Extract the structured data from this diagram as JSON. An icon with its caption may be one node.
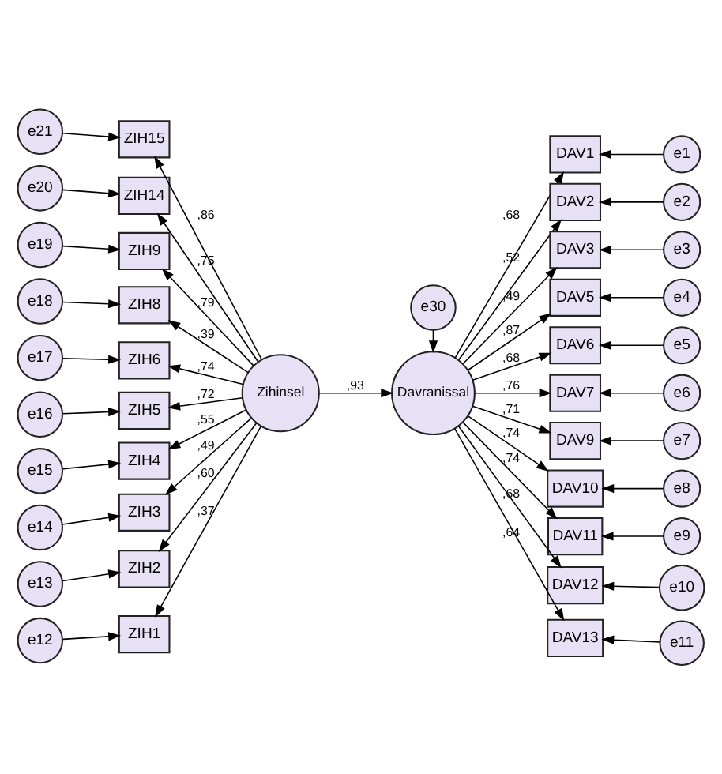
{
  "diagram": {
    "nodes": [
      {
        "text": [
          "e21"
        ]
      },
      {
        "text": [
          "e20"
        ]
      },
      {
        "text": [
          "e19"
        ]
      },
      {
        "text": [
          "e18"
        ]
      },
      {
        "text": [
          "e17"
        ]
      },
      {
        "text": [
          "e16"
        ]
      },
      {
        "text": [
          "e15"
        ]
      },
      {
        "text": [
          "e14"
        ]
      },
      {
        "text": [
          "e13"
        ]
      },
      {
        "text": [
          "e12"
        ]
      },
      {
        "text": [
          "ZIH15"
        ]
      },
      {
        "text": [
          "ZIH14"
        ]
      },
      {
        "text": [
          "ZIH9"
        ]
      },
      {
        "text": [
          "ZIH8"
        ]
      },
      {
        "text": [
          "ZIH6"
        ]
      },
      {
        "text": [
          "ZIH5"
        ]
      },
      {
        "text": [
          "ZIH4"
        ]
      },
      {
        "text": [
          "ZIH3"
        ]
      },
      {
        "text": [
          "ZIH2"
        ]
      },
      {
        "text": [
          "ZIH1"
        ]
      },
      {
        "text": [
          "Zihinsel"
        ]
      },
      {
        "text": [
          "Davranissal"
        ]
      },
      {
        "text": [
          "e30"
        ]
      },
      {
        "text": [
          "DAV1"
        ]
      },
      {
        "text": [
          "DAV2"
        ]
      },
      {
        "text": [
          "DAV3"
        ]
      },
      {
        "text": [
          "DAV5"
        ]
      },
      {
        "text": [
          "DAV6"
        ]
      },
      {
        "text": [
          "DAV7"
        ]
      },
      {
        "text": [
          "DAV9"
        ]
      },
      {
        "text": [
          "DAV10"
        ]
      },
      {
        "text": [
          "DAV11"
        ]
      },
      {
        "text": [
          "DAV12"
        ]
      },
      {
        "text": [
          "DAV13"
        ]
      },
      {
        "text": [
          "e1"
        ]
      },
      {
        "text": [
          "e2"
        ]
      },
      {
        "text": [
          "e3"
        ]
      },
      {
        "text": [
          "e4"
        ]
      },
      {
        "text": [
          "e5"
        ]
      },
      {
        "text": [
          "e6"
        ]
      },
      {
        "text": [
          "e7"
        ]
      },
      {
        "text": [
          "e8"
        ]
      },
      {
        "text": [
          "e9"
        ]
      },
      {
        "text": [
          "e10"
        ]
      },
      {
        "text": [
          "e11"
        ]
      }
    ],
    "edges": [
      {
        "from": 0,
        "to": 10,
        "arrow": "to"
      },
      {
        "from": 1,
        "to": 11,
        "arrow": "to"
      },
      {
        "from": 2,
        "to": 12,
        "arrow": "to"
      },
      {
        "from": 3,
        "to": 13,
        "arrow": "to"
      },
      {
        "from": 4,
        "to": 14,
        "arrow": "to"
      },
      {
        "from": 5,
        "to": 15,
        "arrow": "to"
      },
      {
        "from": 6,
        "to": 16,
        "arrow": "to"
      },
      {
        "from": 7,
        "to": 17,
        "arrow": "to"
      },
      {
        "from": 8,
        "to": 18,
        "arrow": "to"
      },
      {
        "from": 9,
        "to": 19,
        "arrow": "to"
      },
      {
        "from": 20,
        "to": 10,
        "arrow": "to",
        "label": ",86"
      },
      {
        "from": 20,
        "to": 11,
        "arrow": "to",
        "label": ",75"
      },
      {
        "from": 20,
        "to": 12,
        "arrow": "to",
        "label": ",79"
      },
      {
        "from": 20,
        "to": 13,
        "arrow": "to",
        "label": ",39"
      },
      {
        "from": 20,
        "to": 14,
        "arrow": "to",
        "label": ",74"
      },
      {
        "from": 20,
        "to": 15,
        "arrow": "to",
        "label": ",72"
      },
      {
        "from": 20,
        "to": 16,
        "arrow": "to",
        "label": ",55"
      },
      {
        "from": 20,
        "to": 17,
        "arrow": "to",
        "label": ",49"
      },
      {
        "from": 20,
        "to": 18,
        "arrow": "to",
        "label": ",60"
      },
      {
        "from": 20,
        "to": 19,
        "arrow": "to",
        "label": ",37"
      },
      {
        "from": 20,
        "to": 21,
        "arrow": "to",
        "label": ",93"
      },
      {
        "from": 22,
        "to": 21,
        "arrow": "to"
      },
      {
        "from": 21,
        "to": 23,
        "arrow": "to",
        "label": ",68"
      },
      {
        "from": 21,
        "to": 24,
        "arrow": "to",
        "label": ",52"
      },
      {
        "from": 21,
        "to": 25,
        "arrow": "to",
        "label": ",49"
      },
      {
        "from": 21,
        "to": 26,
        "arrow": "to",
        "label": ",87"
      },
      {
        "from": 21,
        "to": 27,
        "arrow": "to",
        "label": ",68"
      },
      {
        "from": 21,
        "to": 28,
        "arrow": "to",
        "label": ",76"
      },
      {
        "from": 21,
        "to": 29,
        "arrow": "to",
        "label": ",71"
      },
      {
        "from": 21,
        "to": 30,
        "arrow": "to",
        "label": ",74"
      },
      {
        "from": 21,
        "to": 31,
        "arrow": "to",
        "label": ",74"
      },
      {
        "from": 21,
        "to": 32,
        "arrow": "to",
        "label": ",68"
      },
      {
        "from": 21,
        "to": 33,
        "arrow": "to",
        "label": ",64"
      },
      {
        "from": 34,
        "to": 23,
        "arrow": "to"
      },
      {
        "from": 35,
        "to": 24,
        "arrow": "to"
      },
      {
        "from": 36,
        "to": 25,
        "arrow": "to"
      },
      {
        "from": 37,
        "to": 26,
        "arrow": "to"
      },
      {
        "from": 38,
        "to": 27,
        "arrow": "to"
      },
      {
        "from": 39,
        "to": 28,
        "arrow": "to"
      },
      {
        "from": 40,
        "to": 29,
        "arrow": "to"
      },
      {
        "from": 41,
        "to": 30,
        "arrow": "to"
      },
      {
        "from": 42,
        "to": 31,
        "arrow": "to"
      },
      {
        "from": 43,
        "to": 32,
        "arrow": "to"
      },
      {
        "from": 44,
        "to": 33,
        "arrow": "to"
      }
    ]
  }
}
